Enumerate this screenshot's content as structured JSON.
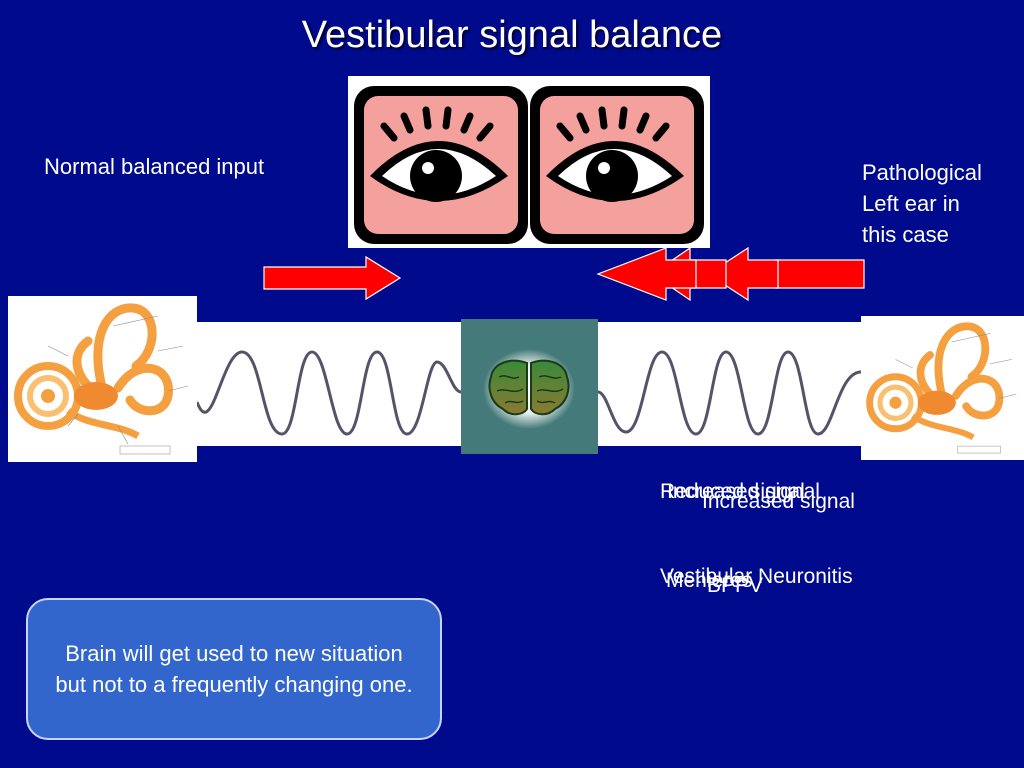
{
  "title": "Vestibular signal balance",
  "labels": {
    "left": "Normal balanced input",
    "right_lines": [
      "Pathological",
      "Left ear in",
      "this case"
    ]
  },
  "overlapping_texts": {
    "signal_labels": [
      "Reduced signal",
      "Increased signal",
      "Increased signal"
    ],
    "condition_labels": [
      "Vestibular Neuronitis",
      "Menieres",
      "BPPV"
    ]
  },
  "note": "Brain will get used to new situation but not to a frequently changing one.",
  "colors": {
    "background": "#000a8c",
    "arrow": "#ff0000",
    "note_box": "#3366cc",
    "brain_panel": "#447a79",
    "eye_skin": "#f4a09c"
  }
}
